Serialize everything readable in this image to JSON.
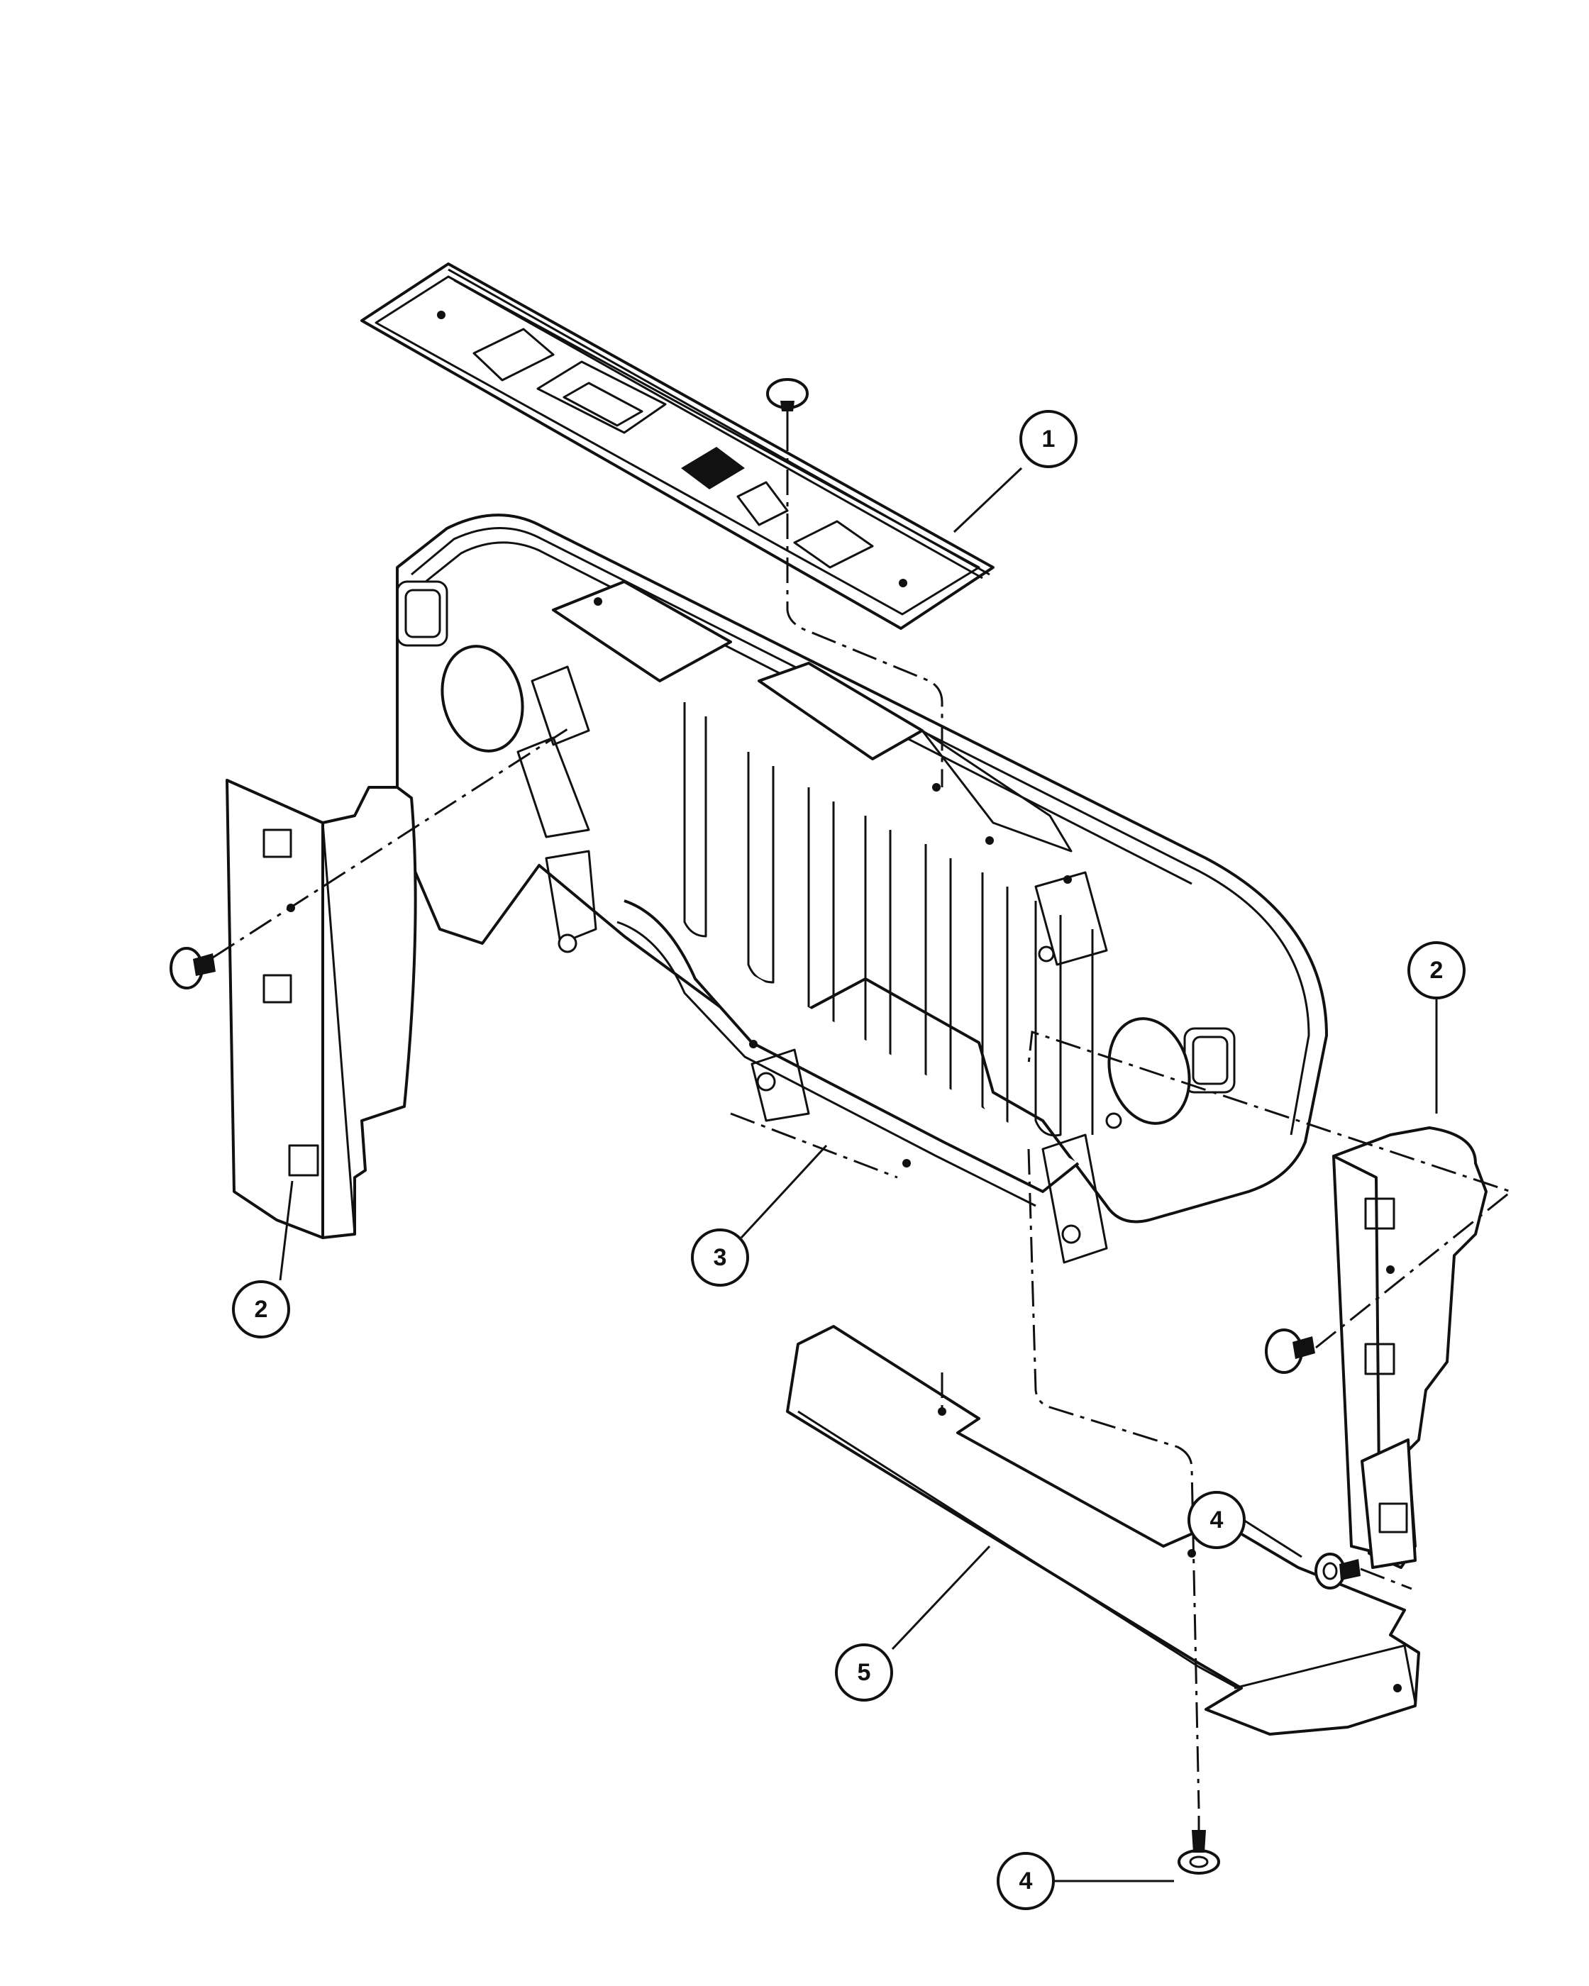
{
  "callouts": {
    "c1": "1",
    "c2_left": "2",
    "c2_right": "2",
    "c3": "3",
    "c4_upper": "4",
    "c4_lower": "4",
    "c5": "5"
  }
}
